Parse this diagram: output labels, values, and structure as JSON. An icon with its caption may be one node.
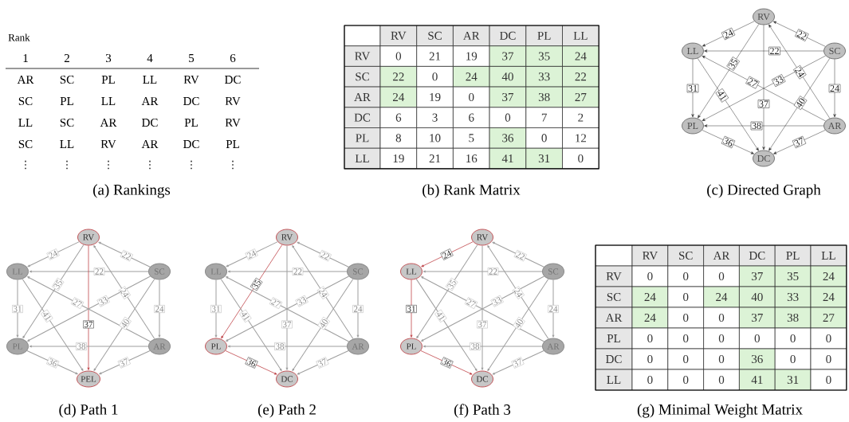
{
  "diagram": {
    "nodes": [
      {
        "text": [
          "RV"
        ]
      },
      {
        "text": [
          "LL"
        ]
      },
      {
        "text": [
          "SC"
        ]
      },
      {
        "text": [
          "PL"
        ]
      },
      {
        "text": [
          "AR"
        ]
      },
      {
        "text": [
          "DC"
        ]
      },
      {
        "text": [
          "RV"
        ]
      },
      {
        "text": [
          "LL"
        ]
      },
      {
        "text": [
          "SC"
        ]
      },
      {
        "text": [
          "PL"
        ]
      },
      {
        "text": [
          "AR"
        ]
      },
      {
        "text": [
          "PEL"
        ]
      },
      {
        "text": [
          "RV"
        ]
      },
      {
        "text": [
          "LL"
        ]
      },
      {
        "text": [
          "SC"
        ]
      },
      {
        "text": [
          "PL"
        ]
      },
      {
        "text": [
          "AR"
        ]
      },
      {
        "text": [
          "DC"
        ]
      },
      {
        "text": [
          "RV"
        ]
      },
      {
        "text": [
          "LL"
        ]
      },
      {
        "text": [
          "SC"
        ]
      },
      {
        "text": [
          "PL"
        ]
      },
      {
        "text": [
          "AR"
        ]
      },
      {
        "text": [
          "DC"
        ]
      }
    ],
    "edges": [
      {
        "from": 0,
        "to": 1,
        "arrow": "to",
        "label": "24",
        "color": "#333333"
      },
      {
        "from": 2,
        "to": 0,
        "arrow": "to",
        "label": "22",
        "color": "#333333"
      },
      {
        "from": 2,
        "to": 1,
        "arrow": "to",
        "label": "22",
        "color": "#333333"
      },
      {
        "from": 0,
        "to": 3,
        "arrow": "to",
        "label": "35",
        "color": "#333333"
      },
      {
        "from": 0,
        "to": 5,
        "arrow": "to",
        "label": "37",
        "color": "#333333"
      },
      {
        "from": 4,
        "to": 0,
        "arrow": "to",
        "label": "24",
        "color": "#333333"
      },
      {
        "from": 4,
        "to": 1,
        "arrow": "to",
        "label": "27",
        "color": "#333333"
      },
      {
        "from": 2,
        "to": 3,
        "arrow": "to",
        "label": "33",
        "color": "#333333"
      },
      {
        "from": 2,
        "to": 4,
        "arrow": "to",
        "label": "24",
        "color": "#333333"
      },
      {
        "from": 1,
        "to": 3,
        "arrow": "to",
        "label": "31",
        "color": "#333333"
      },
      {
        "from": 1,
        "to": 5,
        "arrow": "to",
        "label": "41",
        "color": "#333333"
      },
      {
        "from": 2,
        "to": 5,
        "arrow": "to",
        "label": "40",
        "color": "#333333"
      },
      {
        "from": 4,
        "to": 3,
        "arrow": "to",
        "label": "38",
        "color": "#333333"
      },
      {
        "from": 3,
        "to": 5,
        "arrow": "to",
        "label": "36",
        "color": "#333333"
      },
      {
        "from": 4,
        "to": 5,
        "arrow": "to",
        "label": "37",
        "color": "#333333"
      },
      {
        "from": 6,
        "to": 7,
        "arrow": "to",
        "label": "24"
      },
      {
        "from": 8,
        "to": 6,
        "arrow": "to",
        "label": "22"
      },
      {
        "from": 8,
        "to": 7,
        "arrow": "to",
        "label": "22"
      },
      {
        "from": 6,
        "to": 9,
        "arrow": "to",
        "label": "35"
      },
      {
        "from": 6,
        "to": 11,
        "arrow": "to",
        "label": "37",
        "color": "#c0464b"
      },
      {
        "from": 10,
        "to": 6,
        "arrow": "to",
        "label": "24"
      },
      {
        "from": 10,
        "to": 7,
        "arrow": "to",
        "label": "27"
      },
      {
        "from": 8,
        "to": 9,
        "arrow": "to",
        "label": "33"
      },
      {
        "from": 8,
        "to": 10,
        "arrow": "to",
        "label": "24"
      },
      {
        "from": 7,
        "to": 9,
        "arrow": "to",
        "label": "31"
      },
      {
        "from": 7,
        "to": 11,
        "arrow": "to",
        "label": "41"
      },
      {
        "from": 8,
        "to": 11,
        "arrow": "to",
        "label": "40"
      },
      {
        "from": 10,
        "to": 9,
        "arrow": "to",
        "label": "38"
      },
      {
        "from": 9,
        "to": 11,
        "arrow": "to",
        "label": "36"
      },
      {
        "from": 10,
        "to": 11,
        "arrow": "to",
        "label": "37"
      },
      {
        "from": 12,
        "to": 13,
        "arrow": "to",
        "label": "24"
      },
      {
        "from": 14,
        "to": 12,
        "arrow": "to",
        "label": "22"
      },
      {
        "from": 14,
        "to": 13,
        "arrow": "to",
        "label": "22"
      },
      {
        "from": 12,
        "to": 15,
        "arrow": "to",
        "label": "35",
        "color": "#c0464b"
      },
      {
        "from": 12,
        "to": 17,
        "arrow": "to",
        "label": "37"
      },
      {
        "from": 16,
        "to": 12,
        "arrow": "to",
        "label": "24"
      },
      {
        "from": 16,
        "to": 13,
        "arrow": "to",
        "label": "27"
      },
      {
        "from": 14,
        "to": 15,
        "arrow": "to",
        "label": "33"
      },
      {
        "from": 14,
        "to": 16,
        "arrow": "to",
        "label": "24"
      },
      {
        "from": 13,
        "to": 15,
        "arrow": "to",
        "label": "31"
      },
      {
        "from": 13,
        "to": 17,
        "arrow": "to",
        "label": "41"
      },
      {
        "from": 14,
        "to": 17,
        "arrow": "to",
        "label": "40"
      },
      {
        "from": 16,
        "to": 15,
        "arrow": "to",
        "label": "38"
      },
      {
        "from": 15,
        "to": 17,
        "arrow": "to",
        "label": "36",
        "color": "#c0464b"
      },
      {
        "from": 16,
        "to": 17,
        "arrow": "to",
        "label": "37"
      },
      {
        "from": 18,
        "to": 19,
        "arrow": "to",
        "label": "24",
        "color": "#c0464b"
      },
      {
        "from": 20,
        "to": 18,
        "arrow": "to",
        "label": "22"
      },
      {
        "from": 20,
        "to": 19,
        "arrow": "to",
        "label": "22"
      },
      {
        "from": 18,
        "to": 21,
        "arrow": "to",
        "label": "35"
      },
      {
        "from": 18,
        "to": 23,
        "arrow": "to",
        "label": "37"
      },
      {
        "from": 22,
        "to": 18,
        "arrow": "to",
        "label": "24"
      },
      {
        "from": 22,
        "to": 19,
        "arrow": "to",
        "label": "27"
      },
      {
        "from": 20,
        "to": 21,
        "arrow": "to",
        "label": "33"
      },
      {
        "from": 20,
        "to": 22,
        "arrow": "to",
        "label": "24"
      },
      {
        "from": 19,
        "to": 21,
        "arrow": "to",
        "label": "31",
        "color": "#c0464b"
      },
      {
        "from": 19,
        "to": 23,
        "arrow": "to",
        "label": "41"
      },
      {
        "from": 20,
        "to": 23,
        "arrow": "to",
        "label": "40"
      },
      {
        "from": 22,
        "to": 21,
        "arrow": "to",
        "label": "38"
      },
      {
        "from": 21,
        "to": 23,
        "arrow": "to",
        "label": "36",
        "color": "#c0464b"
      },
      {
        "from": 22,
        "to": 23,
        "arrow": "to",
        "label": "37"
      }
    ],
    "labels": [
      "Rank",
      "1",
      "2",
      "3",
      "4",
      "5",
      "6",
      "AR",
      "SC",
      "PL",
      "LL",
      "RV",
      "DC",
      "SC",
      "PL",
      "LL",
      "AR",
      "DC",
      "RV",
      "LL",
      "SC",
      "AR",
      "DC",
      "PL",
      "RV",
      "SC",
      "LL",
      "RV",
      "AR",
      "DC",
      "PL",
      "⋮",
      "⋮",
      "⋮",
      "⋮",
      "⋮",
      "⋮",
      "(a) Rankings",
      "RV",
      "SC",
      "AR",
      "DC",
      "PL",
      "LL",
      "RV",
      "0",
      "21",
      "19",
      "37",
      "35",
      "24",
      "SC",
      "22",
      "0",
      "24",
      "40",
      "33",
      "22",
      "AR",
      "24",
      "19",
      "0",
      "37",
      "38",
      "27",
      "DC",
      "6",
      "3",
      "6",
      "0",
      "7",
      "2",
      "PL",
      "8",
      "10",
      "5",
      "36",
      "0",
      "12",
      "LL",
      "19",
      "21",
      "16",
      "41",
      "31",
      "0",
      "(b) Rank Matrix",
      "(c) Directed Graph",
      "(d) Path 1",
      "(e) Path 2",
      "(f) Path 3",
      "RV",
      "SC",
      "AR",
      "DC",
      "PL",
      "LL",
      "RV",
      "0",
      "0",
      "0",
      "37",
      "35",
      "24",
      "SC",
      "24",
      "0",
      "24",
      "40",
      "33",
      "24",
      "AR",
      "24",
      "0",
      "0",
      "37",
      "38",
      "27",
      "PL",
      "0",
      "0",
      "0",
      "0",
      "0",
      "0",
      "DC",
      "0",
      "0",
      "0",
      "36",
      "0",
      "0",
      "LL",
      "0",
      "0",
      "0",
      "41",
      "31",
      "0",
      "(g) Minimal Weight Matrix"
    ]
  }
}
